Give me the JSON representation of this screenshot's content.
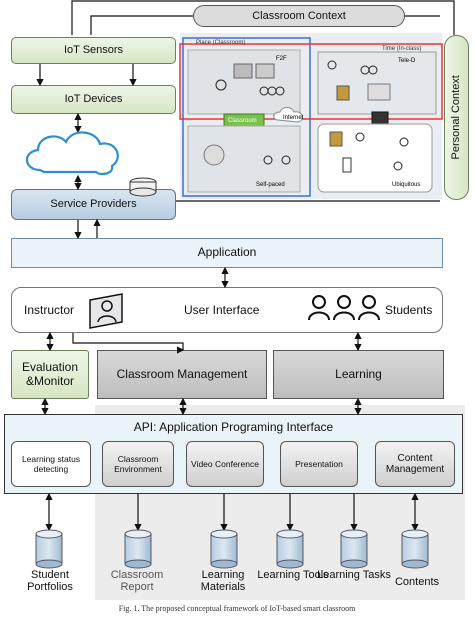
{
  "top": {
    "classroom_context": "Classroom Context",
    "personal_context": "Personal Context"
  },
  "left_stack": {
    "iot_sensors": "IoT Sensors",
    "iot_devices": "IoT Devices",
    "service_providers": "Service Providers"
  },
  "scenario": {
    "place_label": "Place (Classroom)",
    "time_label": "Time (In-class)",
    "f2f": "F2F",
    "tele_d": "Tele-D",
    "internet": "Internet",
    "classroom_tag": "Classroom",
    "self_paced": "Self-paced",
    "ubiquitous": "Ubiquitous"
  },
  "application": "Application",
  "ui": {
    "instructor": "Instructor",
    "title": "User Interface",
    "students": "Students"
  },
  "modules": {
    "evaluation": "Evaluation &Monitor",
    "classroom_management": "Classroom Management",
    "learning": "Learning"
  },
  "api": {
    "title": "API: Application Programing Interface",
    "items": [
      "Learning status detecting",
      "Classroom Environment",
      "Video Conference",
      "Presentation",
      "Content Management"
    ]
  },
  "databases": [
    "Student Portfolios",
    "Classroom Report",
    "Learning Materials",
    "Learning Tools",
    "Learning Tasks",
    "Contents"
  ],
  "caption": "Fig. 1.  The proposed conceptual framework of IoT-based smart classroom"
}
